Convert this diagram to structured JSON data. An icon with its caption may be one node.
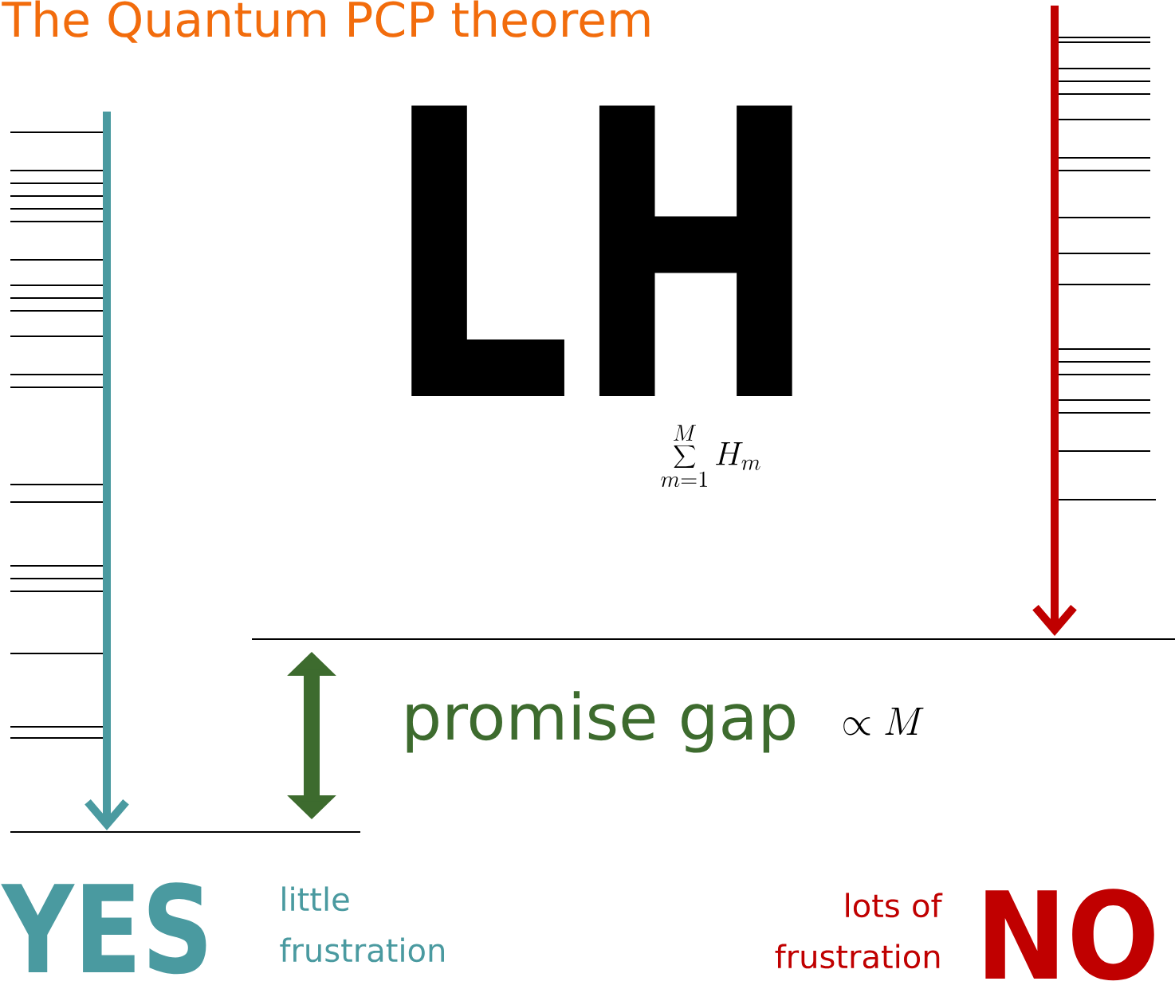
{
  "diagram": {
    "title": "The Quantum PCP theorem",
    "labels": [
      "LH",
      "\\sum_{m=1}^{M} H_m",
      "promise gap",
      "\\propto M",
      "YES",
      "little frustration",
      "lots of frustration",
      "NO"
    ]
  }
}
